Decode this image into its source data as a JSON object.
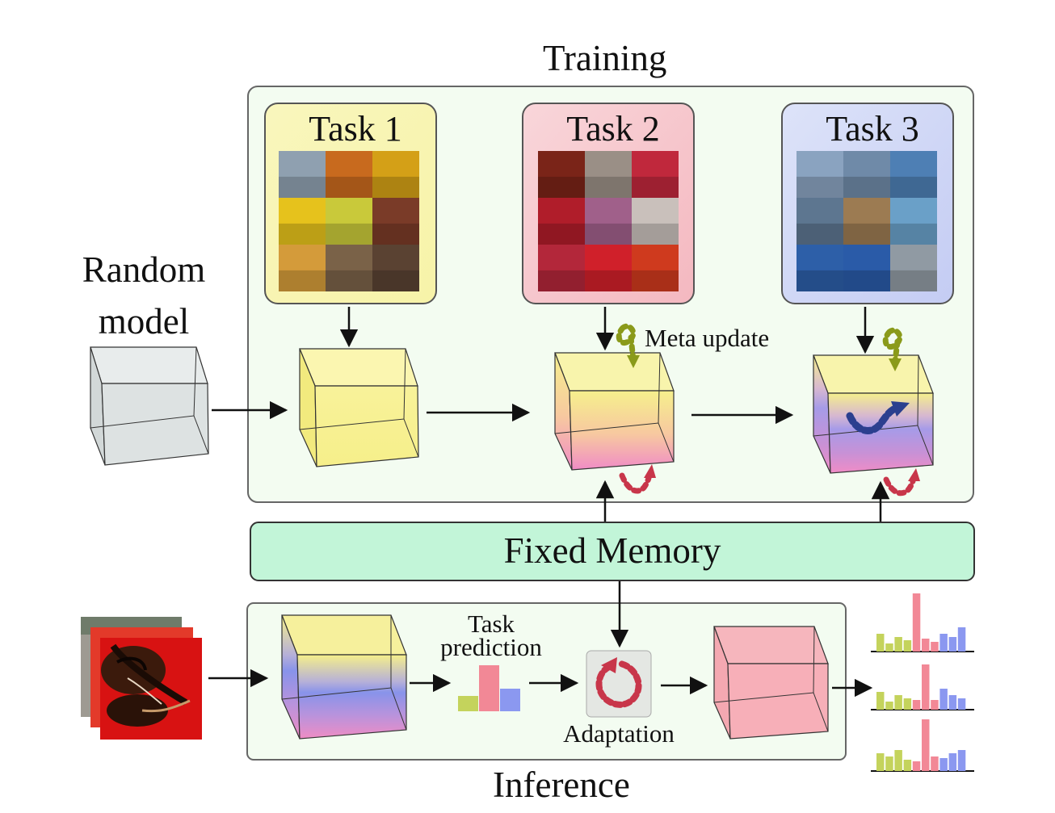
{
  "training": {
    "title": "Training",
    "tasks": [
      {
        "label": "Task 1",
        "panel_color": "#fbf8c4",
        "icon": "image-grid"
      },
      {
        "label": "Task 2",
        "panel_color": "#f9d2d6",
        "icon": "image-grid"
      },
      {
        "label": "Task 3",
        "panel_color": "#d4dcf7",
        "icon": "image-grid"
      }
    ],
    "meta_update_label": "Meta update",
    "random_model_label_line1": "Random",
    "random_model_label_line2": "model"
  },
  "memory": {
    "label": "Fixed Memory",
    "color": "#c2f5d8"
  },
  "inference": {
    "title": "Inference",
    "task_prediction_line1": "Task",
    "task_prediction_line2": "prediction",
    "adaptation_label": "Adaptation",
    "icon": "violin-image-stack"
  },
  "colors": {
    "training_bg": "#f3fcf1",
    "yellow": "#f7f08c",
    "pink": "#f08fb4",
    "blue": "#8a93ea",
    "green_arrow": "#8a9a1a",
    "red_arrow": "#c8364a",
    "navy_arrow": "#2b3f8f",
    "gray_cube": "#dfe4e4"
  }
}
